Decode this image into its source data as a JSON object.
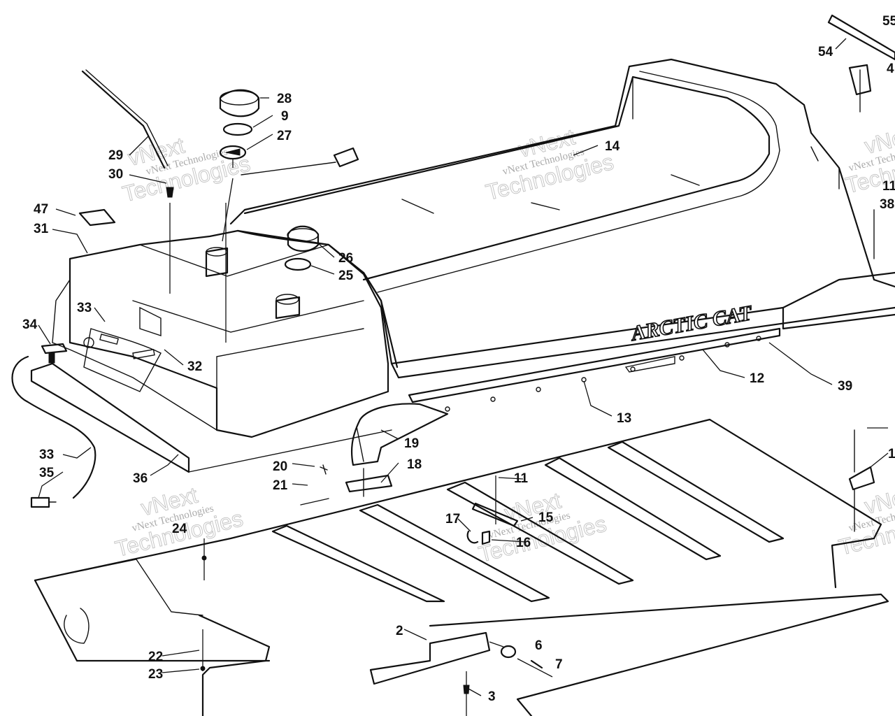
{
  "brand_logo_text": "ARCTIC CAT",
  "watermark": {
    "line_small": "vNext Technologies",
    "line_word1": "vNext",
    "line_word2": "Technologies"
  },
  "callouts": [
    {
      "id": "55",
      "label": "55"
    },
    {
      "id": "54",
      "label": "54"
    },
    {
      "id": "4",
      "label": "4"
    },
    {
      "id": "28",
      "label": "28"
    },
    {
      "id": "9",
      "label": "9"
    },
    {
      "id": "27",
      "label": "27"
    },
    {
      "id": "29",
      "label": "29"
    },
    {
      "id": "30",
      "label": "30"
    },
    {
      "id": "14",
      "label": "14"
    },
    {
      "id": "47",
      "label": "47"
    },
    {
      "id": "31",
      "label": "31"
    },
    {
      "id": "26",
      "label": "26"
    },
    {
      "id": "25",
      "label": "25"
    },
    {
      "id": "38",
      "label": "38"
    },
    {
      "id": "11a",
      "label": "11"
    },
    {
      "id": "33a",
      "label": "33"
    },
    {
      "id": "34",
      "label": "34"
    },
    {
      "id": "32",
      "label": "32"
    },
    {
      "id": "12",
      "label": "12"
    },
    {
      "id": "39",
      "label": "39"
    },
    {
      "id": "13",
      "label": "13"
    },
    {
      "id": "19",
      "label": "19"
    },
    {
      "id": "33b",
      "label": "33"
    },
    {
      "id": "35",
      "label": "35"
    },
    {
      "id": "20",
      "label": "20"
    },
    {
      "id": "18",
      "label": "18"
    },
    {
      "id": "21",
      "label": "21"
    },
    {
      "id": "36",
      "label": "36"
    },
    {
      "id": "11b",
      "label": "11"
    },
    {
      "id": "17",
      "label": "17"
    },
    {
      "id": "15",
      "label": "15"
    },
    {
      "id": "16",
      "label": "16"
    },
    {
      "id": "24",
      "label": "24"
    },
    {
      "id": "2",
      "label": "2"
    },
    {
      "id": "6",
      "label": "6"
    },
    {
      "id": "7",
      "label": "7"
    },
    {
      "id": "22",
      "label": "22"
    },
    {
      "id": "23",
      "label": "23"
    },
    {
      "id": "3",
      "label": "3"
    },
    {
      "id": "1",
      "label": "1"
    }
  ]
}
